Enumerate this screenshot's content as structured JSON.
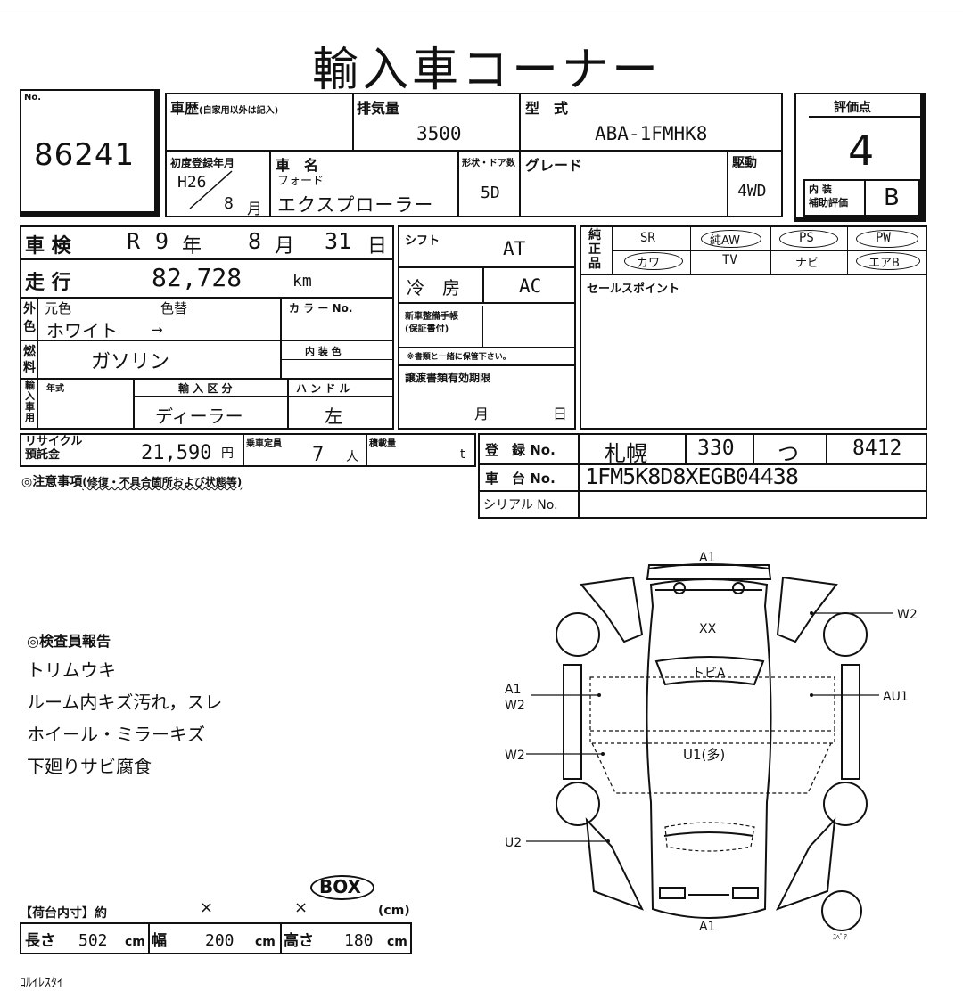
{
  "title": "輸入車コーナー",
  "lot": {
    "label": "No.",
    "number": "86241"
  },
  "history": {
    "label": "車歴",
    "note": "(自家用以外は記入)"
  },
  "displacement": {
    "label": "排気量",
    "value": "3500"
  },
  "model_code": {
    "label": "型　式",
    "value": "ABA-1FMHK8"
  },
  "score": {
    "label": "評価点",
    "value": "4",
    "interior_label": "内 装\n補助評価",
    "interior_value": "B"
  },
  "first_reg": {
    "label": "初度登録年月",
    "year": "H26",
    "month": "8",
    "month_unit": "月"
  },
  "car_name": {
    "label": "車　名",
    "maker": "フォード",
    "name": "エクスプローラー"
  },
  "doors": {
    "label": "形状・ドア数",
    "value": "5D"
  },
  "grade": {
    "label": "グレード",
    "value": ""
  },
  "drive": {
    "label": "駆動",
    "value": "4WD"
  },
  "inspection": {
    "label": "車 検",
    "era": "R",
    "year": "9",
    "year_unit": "年",
    "month": "8",
    "month_unit": "月",
    "day": "31",
    "day_unit": "日"
  },
  "mileage": {
    "label": "走 行",
    "value": "82,728",
    "unit": "km"
  },
  "color": {
    "side_label": "外\n色",
    "orig_label": "元色",
    "change_label": "色替",
    "value": "ホワイト",
    "arrow": "→",
    "code_label": "カ ラ ー No."
  },
  "fuel": {
    "side_label": "燃\n料",
    "value": "ガソリン",
    "interior_color_label": "内 装 色"
  },
  "import": {
    "side_label": "輸\n入\n車\n用",
    "year_label": "年式",
    "import_type_label": "輸 入 区 分",
    "import_type_value": "ディーラー",
    "handle_label": "ハ ン ド ル",
    "handle_value": "左"
  },
  "shift": {
    "label": "シフト",
    "value": "AT"
  },
  "ac": {
    "label": "冷　房",
    "value": "AC"
  },
  "manual": {
    "label": "新車整備手帳\n(保証書付)",
    "note": "※書類と一緒に保管下さい。"
  },
  "transfer": {
    "label": "譲渡書類有効期限",
    "month_unit": "月",
    "day_unit": "日"
  },
  "equipment": {
    "side_label": "純\n正\n品",
    "items": [
      "SR",
      "純AW",
      "PS",
      "PW",
      "カワ",
      "TV",
      "ナビ",
      "エアB"
    ]
  },
  "sales_points": {
    "label": "セールスポイント"
  },
  "recycle": {
    "label": "リサイクル\n預託金",
    "value": "21,590",
    "unit": "円"
  },
  "capacity": {
    "label": "乗車定員",
    "value": "7",
    "unit": "人"
  },
  "load": {
    "label": "積載量",
    "unit": "t"
  },
  "registration": {
    "label": "登　録 No.",
    "region": "札幌",
    "class": "330",
    "kana": "つ",
    "number": "8412"
  },
  "chassis": {
    "label": "車　台 No.",
    "value": "1FM5K8D8XEGB04438"
  },
  "serial": {
    "label": "シリアル No."
  },
  "notes": {
    "label": "◎注意事項",
    "sub": "(修復・不具合箇所および状態等)"
  },
  "inspector": {
    "label": "◎検査員報告",
    "lines": [
      "トリムウキ",
      "ルーム内キズ汚れ，スレ",
      "ホイール・ミラーキズ",
      "下廻りサビ腐食"
    ]
  },
  "cargo": {
    "label": "【荷台内寸】約",
    "times1": "×",
    "times2": "×",
    "box": "BOX",
    "unit_note": "(cm)",
    "length_label": "長さ",
    "length": "502",
    "width_label": "幅",
    "width": "200",
    "height_label": "高さ",
    "height": "180",
    "cm": "cm"
  },
  "diagram": {
    "front_top": "A1",
    "back_bottom": "A1",
    "roof": "XX",
    "windshield": "トビA",
    "floor": "U1(多)",
    "right_mirror": "W2",
    "right_side": "AU1",
    "left_upper1": "A1",
    "left_upper2": "W2",
    "left_mid": "W2",
    "left_low": "U2",
    "spare": "ｽﾍﾟｱ"
  },
  "footer_partial": "ﾛﾙｲﾚｽﾀｲ"
}
